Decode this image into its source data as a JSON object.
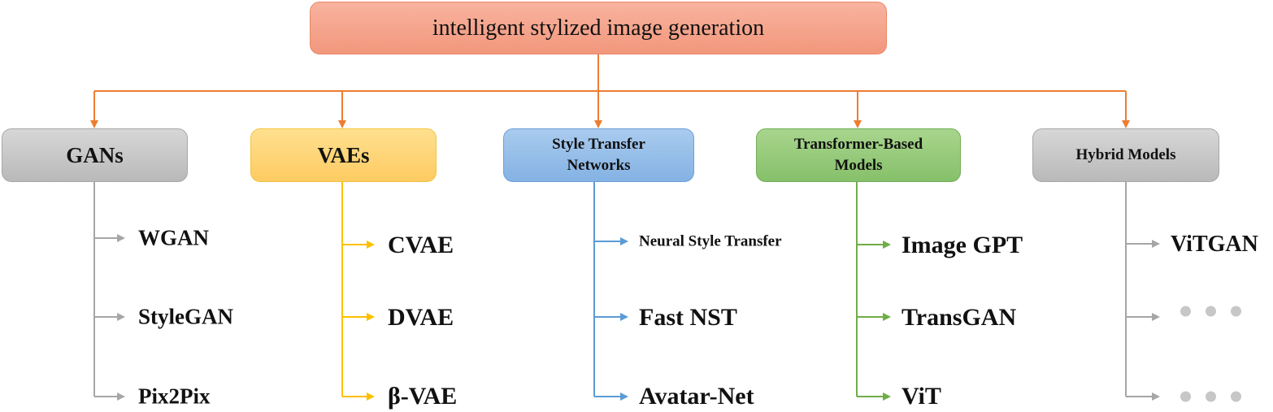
{
  "root": {
    "label": "intelligent stylized image generation",
    "color": "#f2977c"
  },
  "categories": [
    {
      "label": "GANs",
      "color": "#a6a6a6",
      "items": [
        "WGAN",
        "StyleGAN",
        "Pix2Pix"
      ]
    },
    {
      "label": "VAEs",
      "color": "#ffc000",
      "items": [
        "CVAE",
        "DVAE",
        "β-VAE"
      ]
    },
    {
      "label_lines": [
        "Style Transfer",
        "Networks"
      ],
      "color": "#5b9bd5",
      "items": [
        "Neural Style Transfer",
        "Fast NST",
        "Avatar-Net"
      ]
    },
    {
      "label_lines": [
        "Transformer-Based",
        "Models"
      ],
      "color": "#70ad47",
      "items": [
        "Image GPT",
        "TransGAN",
        "ViT"
      ]
    },
    {
      "label": "Hybrid Models",
      "color": "#a6a6a6",
      "items": [
        "ViTGAN",
        "…",
        "…"
      ]
    }
  ],
  "connector_color": "#ed7d31"
}
